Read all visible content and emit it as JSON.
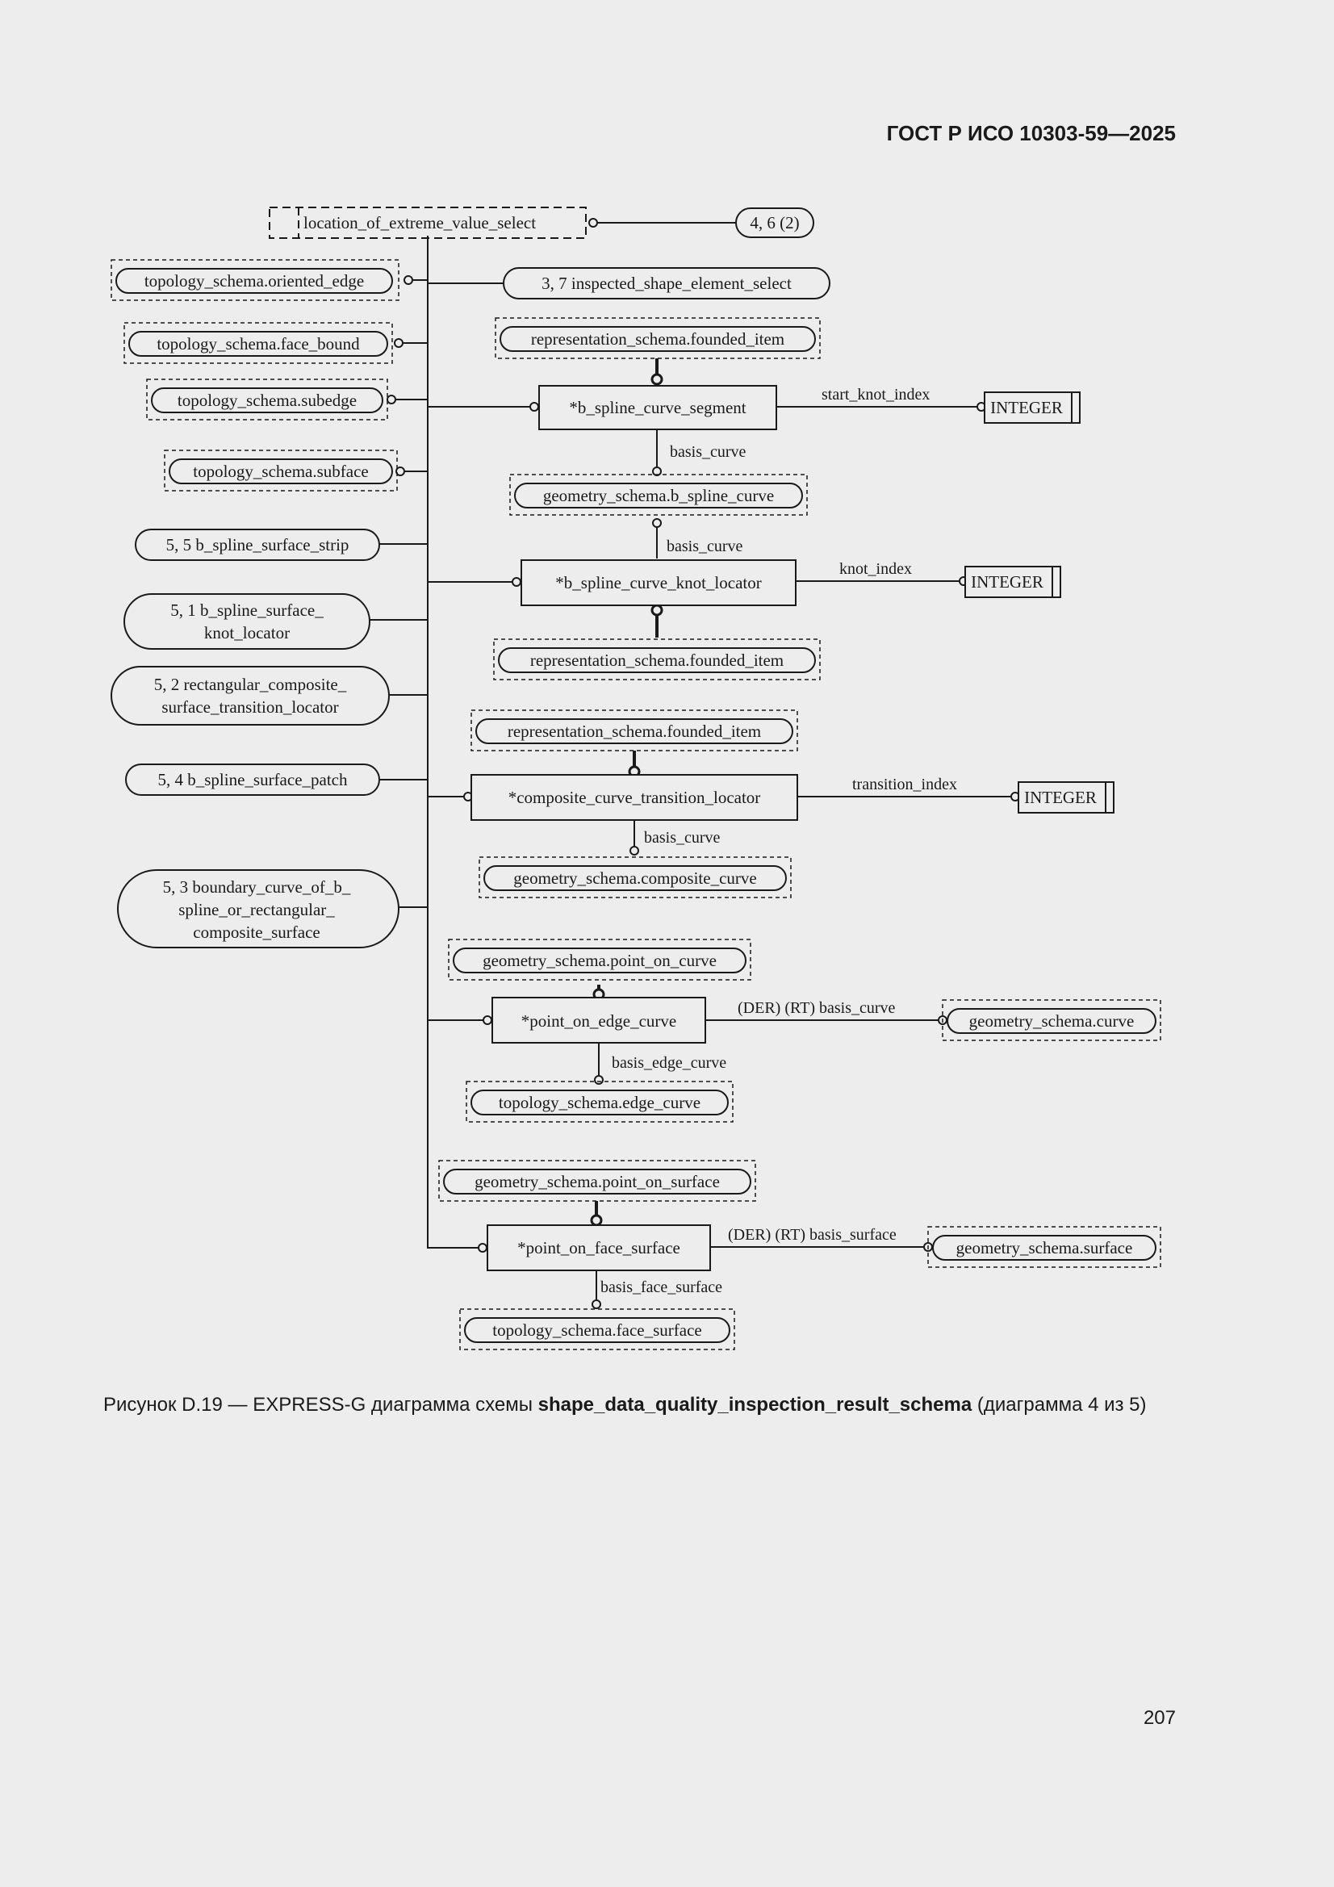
{
  "header": {
    "standard": "ГОСТ Р ИСО 10303-59—2025"
  },
  "diagram": {
    "select": {
      "name": "location_of_extreme_value_select",
      "page_ref": "4, 6 (2)"
    },
    "refs_left": {
      "oriented_edge": "topology_schema.oriented_edge",
      "face_bound": "topology_schema.face_bound",
      "subedge": "topology_schema.subedge",
      "subface": "topology_schema.subface"
    },
    "page_refs_left": {
      "strip": "5, 5 b_spline_surface_strip",
      "knot_locator": [
        "5, 1 b_spline_surface_",
        "knot_locator"
      ],
      "rect_transition": [
        "5, 2 rectangular_composite_",
        "surface_transition_locator"
      ],
      "patch": "5, 4 b_spline_surface_patch",
      "boundary": [
        "5, 3 boundary_curve_of_b_",
        "spline_or_rectangular_",
        "composite_surface"
      ]
    },
    "inspected": "3, 7 inspected_shape_element_select",
    "entities": {
      "segment": "*b_spline_curve_segment",
      "knot_locator": "*b_spline_curve_knot_locator",
      "transition_locator": "*composite_curve_transition_locator",
      "point_on_edge": "*point_on_edge_curve",
      "point_on_face": "*point_on_face_surface"
    },
    "refs_center": {
      "founded_item": "representation_schema.founded_item",
      "b_spline_curve": "geometry_schema.b_spline_curve",
      "composite_curve": "geometry_schema.composite_curve",
      "point_on_curve": "geometry_schema.point_on_curve",
      "edge_curve": "topology_schema.edge_curve",
      "point_on_surface": "geometry_schema.point_on_surface",
      "face_surface": "topology_schema.face_surface",
      "curve": "geometry_schema.curve",
      "surface": "geometry_schema.surface"
    },
    "types": {
      "integer": "INTEGER"
    },
    "attributes": {
      "start_knot_index": "start_knot_index",
      "knot_index": "knot_index",
      "transition_index": "transition_index",
      "basis_curve": "basis_curve",
      "basis_edge_curve": "basis_edge_curve",
      "basis_face_surface": "basis_face_surface",
      "der_rt_basis_curve": "(DER) (RT) basis_curve",
      "der_rt_basis_surface": "(DER) (RT) basis_surface"
    }
  },
  "caption": {
    "prefix": "Рисунок D.19 — EXPRESS-G диаграмма схемы ",
    "schema": "shape_data_quality_inspection_result_schema",
    "suffix": " (диаграмма 4 из 5)"
  },
  "page_number": "207"
}
